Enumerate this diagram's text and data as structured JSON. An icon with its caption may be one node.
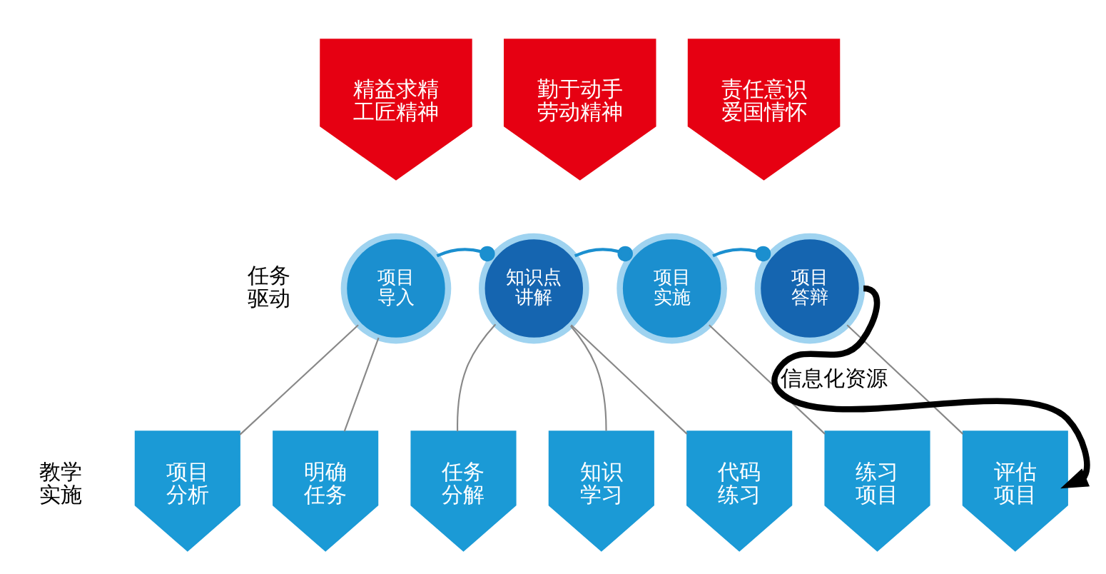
{
  "diagram": {
    "nodes": [
      {
        "text": [
          "精益求精工匠精神"
        ]
      },
      {
        "text": [
          "勤于动手劳动精神"
        ]
      },
      {
        "text": [
          "责任意识爱国情怀"
        ]
      },
      {
        "text": [
          "项目导入"
        ]
      },
      {
        "text": [
          "知识点讲解"
        ]
      },
      {
        "text": [
          "项目实施"
        ]
      },
      {
        "text": [
          "项目答辩"
        ]
      },
      {
        "text": [
          "项目分析"
        ]
      },
      {
        "text": [
          "明确任务"
        ]
      },
      {
        "text": [
          "任务分解"
        ]
      },
      {
        "text": [
          "知识学习"
        ]
      },
      {
        "text": [
          "代码练习"
        ]
      },
      {
        "text": [
          "练习项目"
        ]
      },
      {
        "text": [
          "评估项目"
        ]
      }
    ],
    "edges": [
      {
        "from": 3,
        "to": 4,
        "arrow": "other",
        "color": "#1b8fcf"
      },
      {
        "from": 4,
        "to": 5,
        "arrow": "other",
        "color": "#1b8fcf"
      },
      {
        "from": 5,
        "to": 6,
        "arrow": "other",
        "color": "#1b8fcf"
      },
      {
        "from": 3,
        "to": 7,
        "arrow": "none"
      },
      {
        "from": 3,
        "to": 8,
        "arrow": "none"
      },
      {
        "from": 4,
        "to": 9,
        "arrow": "none"
      },
      {
        "from": 4,
        "to": 10,
        "arrow": "none"
      },
      {
        "from": 4,
        "to": 11,
        "arrow": "none"
      },
      {
        "from": 5,
        "to": 12,
        "arrow": "none"
      },
      {
        "from": 6,
        "to": 13,
        "arrow": "none"
      },
      {
        "from": 6,
        "to": 13,
        "arrow": "to",
        "label": "信息化资源",
        "style": "thick",
        "color": "#000000"
      }
    ],
    "labels": [
      "任务驱动",
      "教学实施"
    ]
  }
}
